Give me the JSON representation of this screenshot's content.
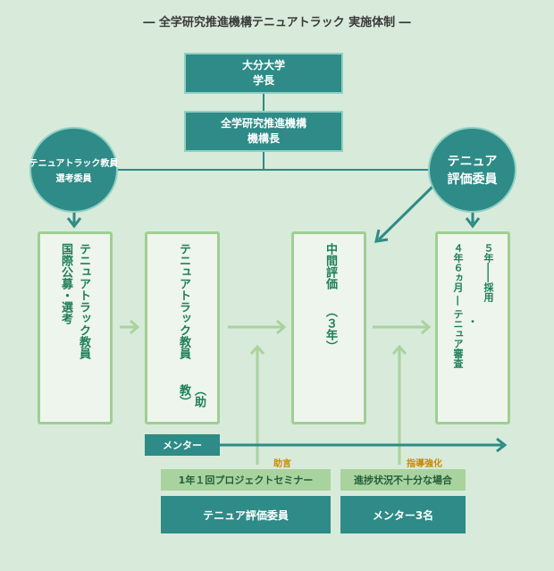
{
  "title": "― 全学研究推進機構テニュアトラック 実施体制 ―",
  "top_box": "大分大学\n学長",
  "second_box": "全学研究推進機構\n機構長",
  "left_circle": {
    "line1": "テニュアトラック教員",
    "line2": "選考委員"
  },
  "right_circle": {
    "line1": "テニュア",
    "line2": "評価委員"
  },
  "stage1": {
    "col1": "テニュアトラック教員",
    "col2": "国際公募・選考"
  },
  "stage2": {
    "col1": "テニュアトラック教員",
    "col2": "（助教）"
  },
  "stage3": {
    "col1": "中間評価",
    "col2": "（３年）"
  },
  "stage4": {
    "col1": "５年――採用",
    "col2": "・",
    "col3": "４年６ヵ月 ― テニュア審査"
  },
  "mentor_label": "メンター",
  "advice_label": "助言",
  "guidance_label": "指導強化",
  "seminar_label": "1年１回プロジェクトセミナー",
  "progress_label": "進捗状況不十分な場合",
  "committee_box": "テニュア評価委員",
  "mentor3_box": "メンター3名",
  "colors": {
    "dark_teal": "#2e8b87",
    "light_green": "#a9d39e",
    "bg": "#d8eada",
    "orange": "#c98a00"
  }
}
